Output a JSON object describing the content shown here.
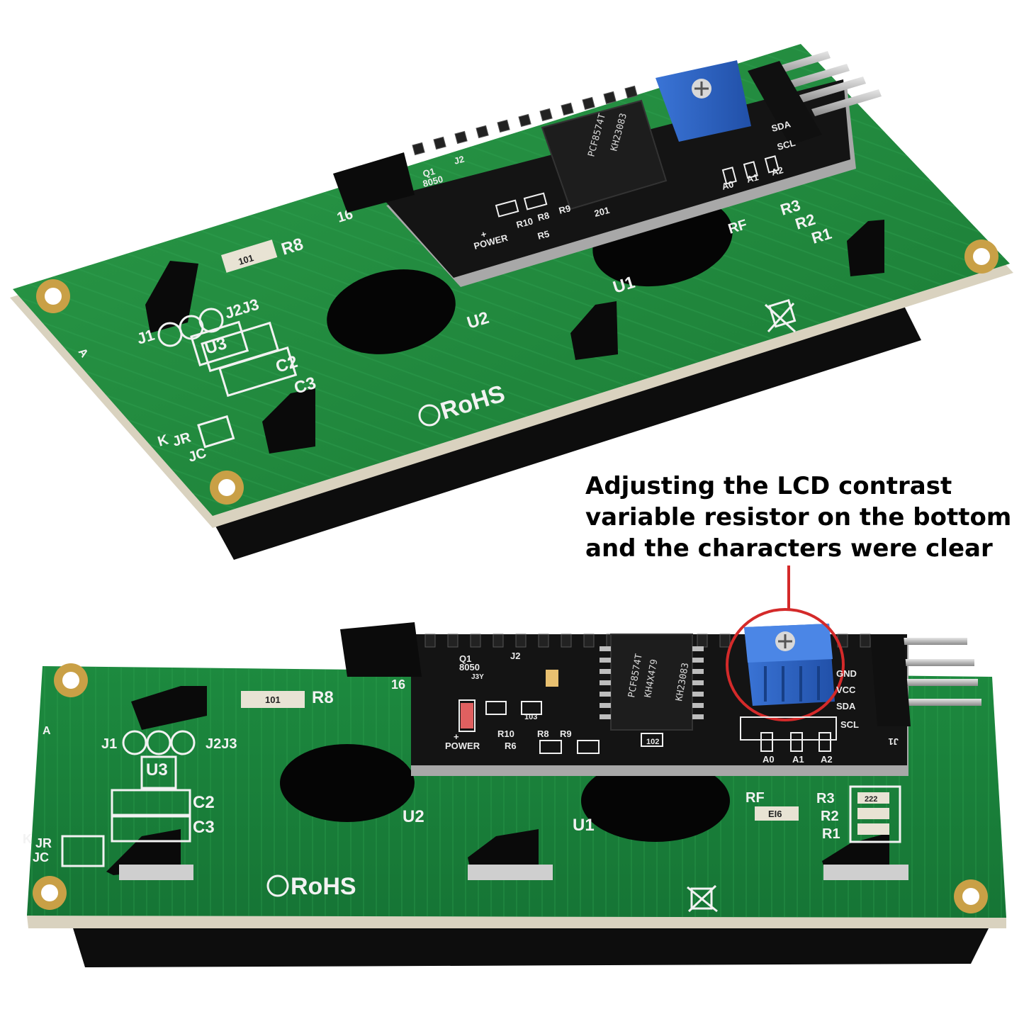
{
  "annotation": {
    "lines": [
      "Adjusting the LCD contrast",
      "variable resistor on the bottom",
      "and the characters were clear"
    ],
    "highlight_color": "#d42a2a"
  },
  "colors": {
    "pcb_green": "#1f8a3c",
    "pcb_edge": "#0f5a24",
    "adapter_black": "#141414",
    "potentiometer_blue": "#2d63c0"
  },
  "top_board": {
    "mark_rohs": "RoHS",
    "mark_u1": "U1",
    "mark_u2": "U2",
    "mark_u3": "U3",
    "mark_c2": "C2",
    "mark_c3": "C3",
    "mark_r8": "R8",
    "mark_j1": "J1",
    "mark_j2j3": "J2J3",
    "mark_a": "A",
    "mark_k": "K",
    "mark_jr": "JR",
    "mark_jc": "JC",
    "mark_r1": "R1",
    "mark_r2": "R2",
    "mark_r3": "R3",
    "mark_rf": "RF",
    "mark_16": "16",
    "smd_101": "101",
    "adapter": {
      "chip_line1": "PCF8574T",
      "chip_line2": "KH23083",
      "q1": "Q1",
      "q1_part": "8050",
      "j2": "J2",
      "power": "POWER",
      "plus": "+",
      "r10": "R10",
      "r8": "R8",
      "r9": "R9",
      "r5": "R5",
      "sda": "SDA",
      "scl": "SCL",
      "a0": "A0",
      "a1": "A1",
      "a2": "A2",
      "smd_201": "201"
    }
  },
  "bottom_board": {
    "mark_rohs": "RoHS",
    "mark_u1": "U1",
    "mark_u2": "U2",
    "mark_u3": "U3",
    "mark_c2": "C2",
    "mark_c3": "C3",
    "mark_r8": "R8",
    "mark_j1": "J1",
    "mark_j2j3": "J2J3",
    "mark_a": "A",
    "mark_k": "K",
    "mark_jr": "JR",
    "mark_jc": "JC",
    "mark_r1": "R1",
    "mark_r2": "R2",
    "mark_r3": "R3",
    "mark_rf": "RF",
    "mark_16": "16",
    "smd_101": "101",
    "smd_222": "222",
    "smd_ei6": "EI6",
    "adapter": {
      "chip_line1": "PCF8574T",
      "chip_line2": "KH4X479",
      "chip_line3": "KH23083",
      "q1": "Q1",
      "q1_part": "8050",
      "q1_code": "J3Y",
      "j2": "J2",
      "power": "POWER",
      "plus": "+",
      "r10": "R10",
      "r8": "R8",
      "r9": "R9",
      "r6": "R6",
      "gnd": "GND",
      "vcc": "VCC",
      "sda": "SDA",
      "scl": "SCL",
      "a0": "A0",
      "a1": "A1",
      "a2": "A2",
      "j1": "J1",
      "smd_102": "102",
      "smd_103": "103"
    }
  }
}
